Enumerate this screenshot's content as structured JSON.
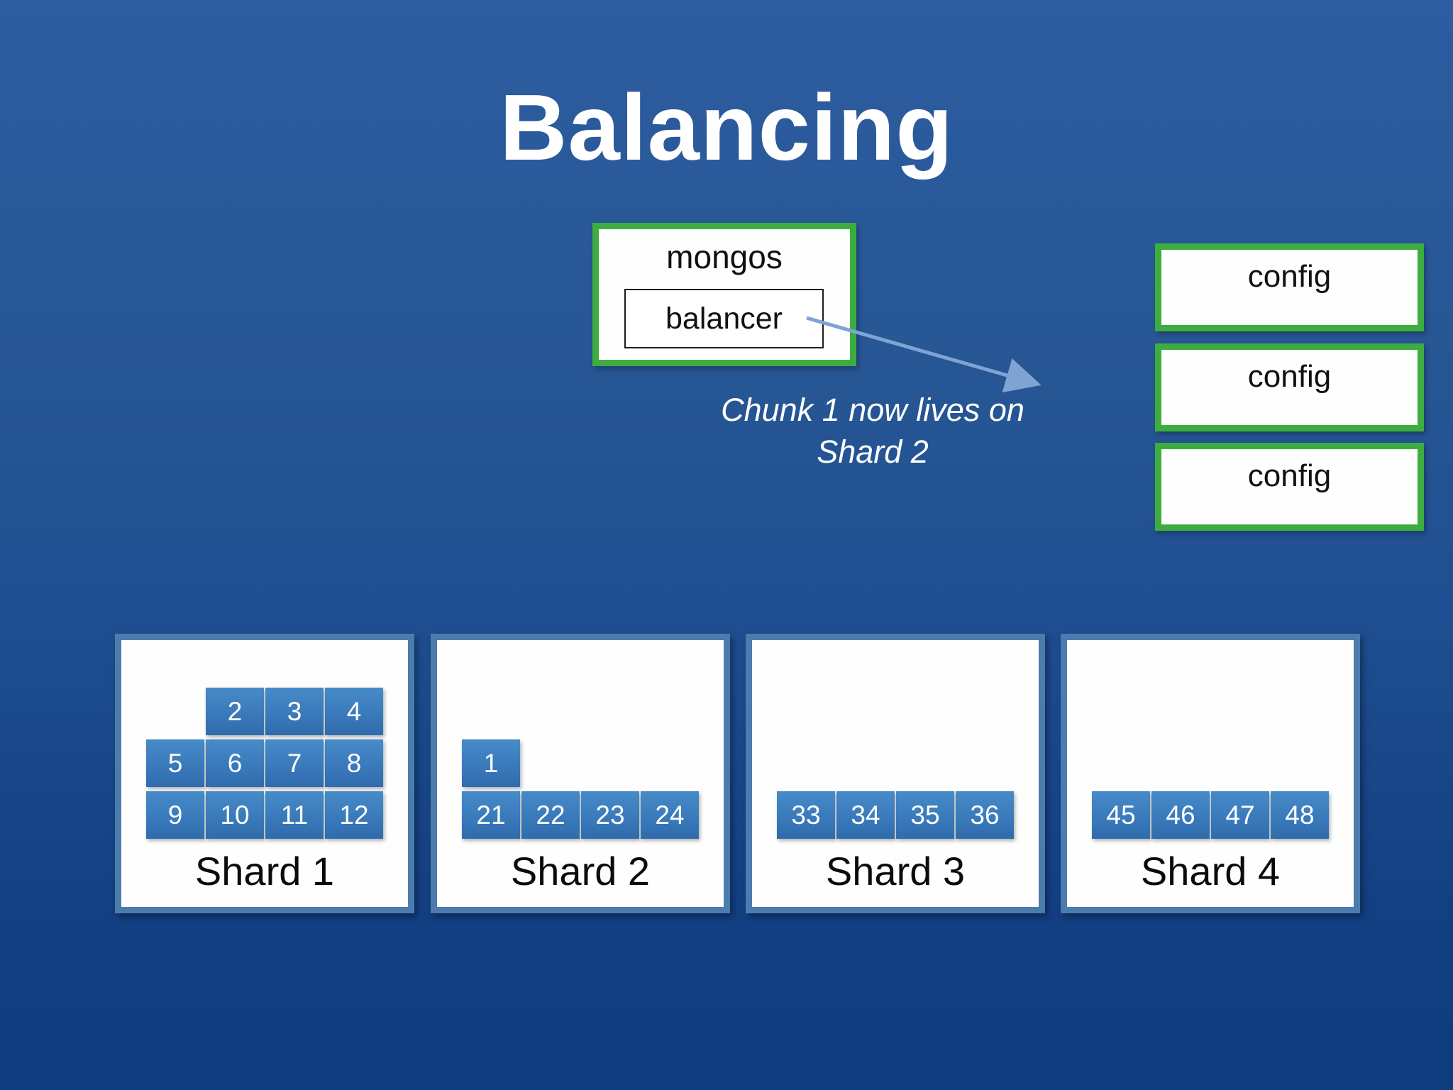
{
  "title": "Balancing",
  "mongos": {
    "label": "mongos",
    "balancer": "balancer"
  },
  "configs": {
    "items": [
      "config",
      "config",
      "config"
    ]
  },
  "annotation": {
    "line1": "Chunk 1 now lives on",
    "line2": "Shard 2"
  },
  "shards": [
    {
      "label": "Shard 1",
      "rows": [
        [
          "2",
          "3",
          "4"
        ],
        [
          "5",
          "6",
          "7",
          "8"
        ],
        [
          "9",
          "10",
          "11",
          "12"
        ]
      ]
    },
    {
      "label": "Shard 2",
      "rows": [
        [
          "1"
        ],
        [
          "21",
          "22",
          "23",
          "24"
        ]
      ]
    },
    {
      "label": "Shard 3",
      "rows": [
        [
          "33",
          "34",
          "35",
          "36"
        ]
      ]
    },
    {
      "label": "Shard 4",
      "rows": [
        [
          "45",
          "46",
          "47",
          "48"
        ]
      ]
    }
  ],
  "colors": {
    "background_top": "#2d5da1",
    "background_bottom": "#0e3c7e",
    "green_border": "#3cad3e",
    "shard_border_blue": "#4c7cae",
    "tile_blue_top": "#468bc8",
    "tile_blue_bottom": "#2f6bad",
    "arrow_blue": "#7fa4d4",
    "text_dark": "#111111",
    "text_light": "#ffffff"
  }
}
